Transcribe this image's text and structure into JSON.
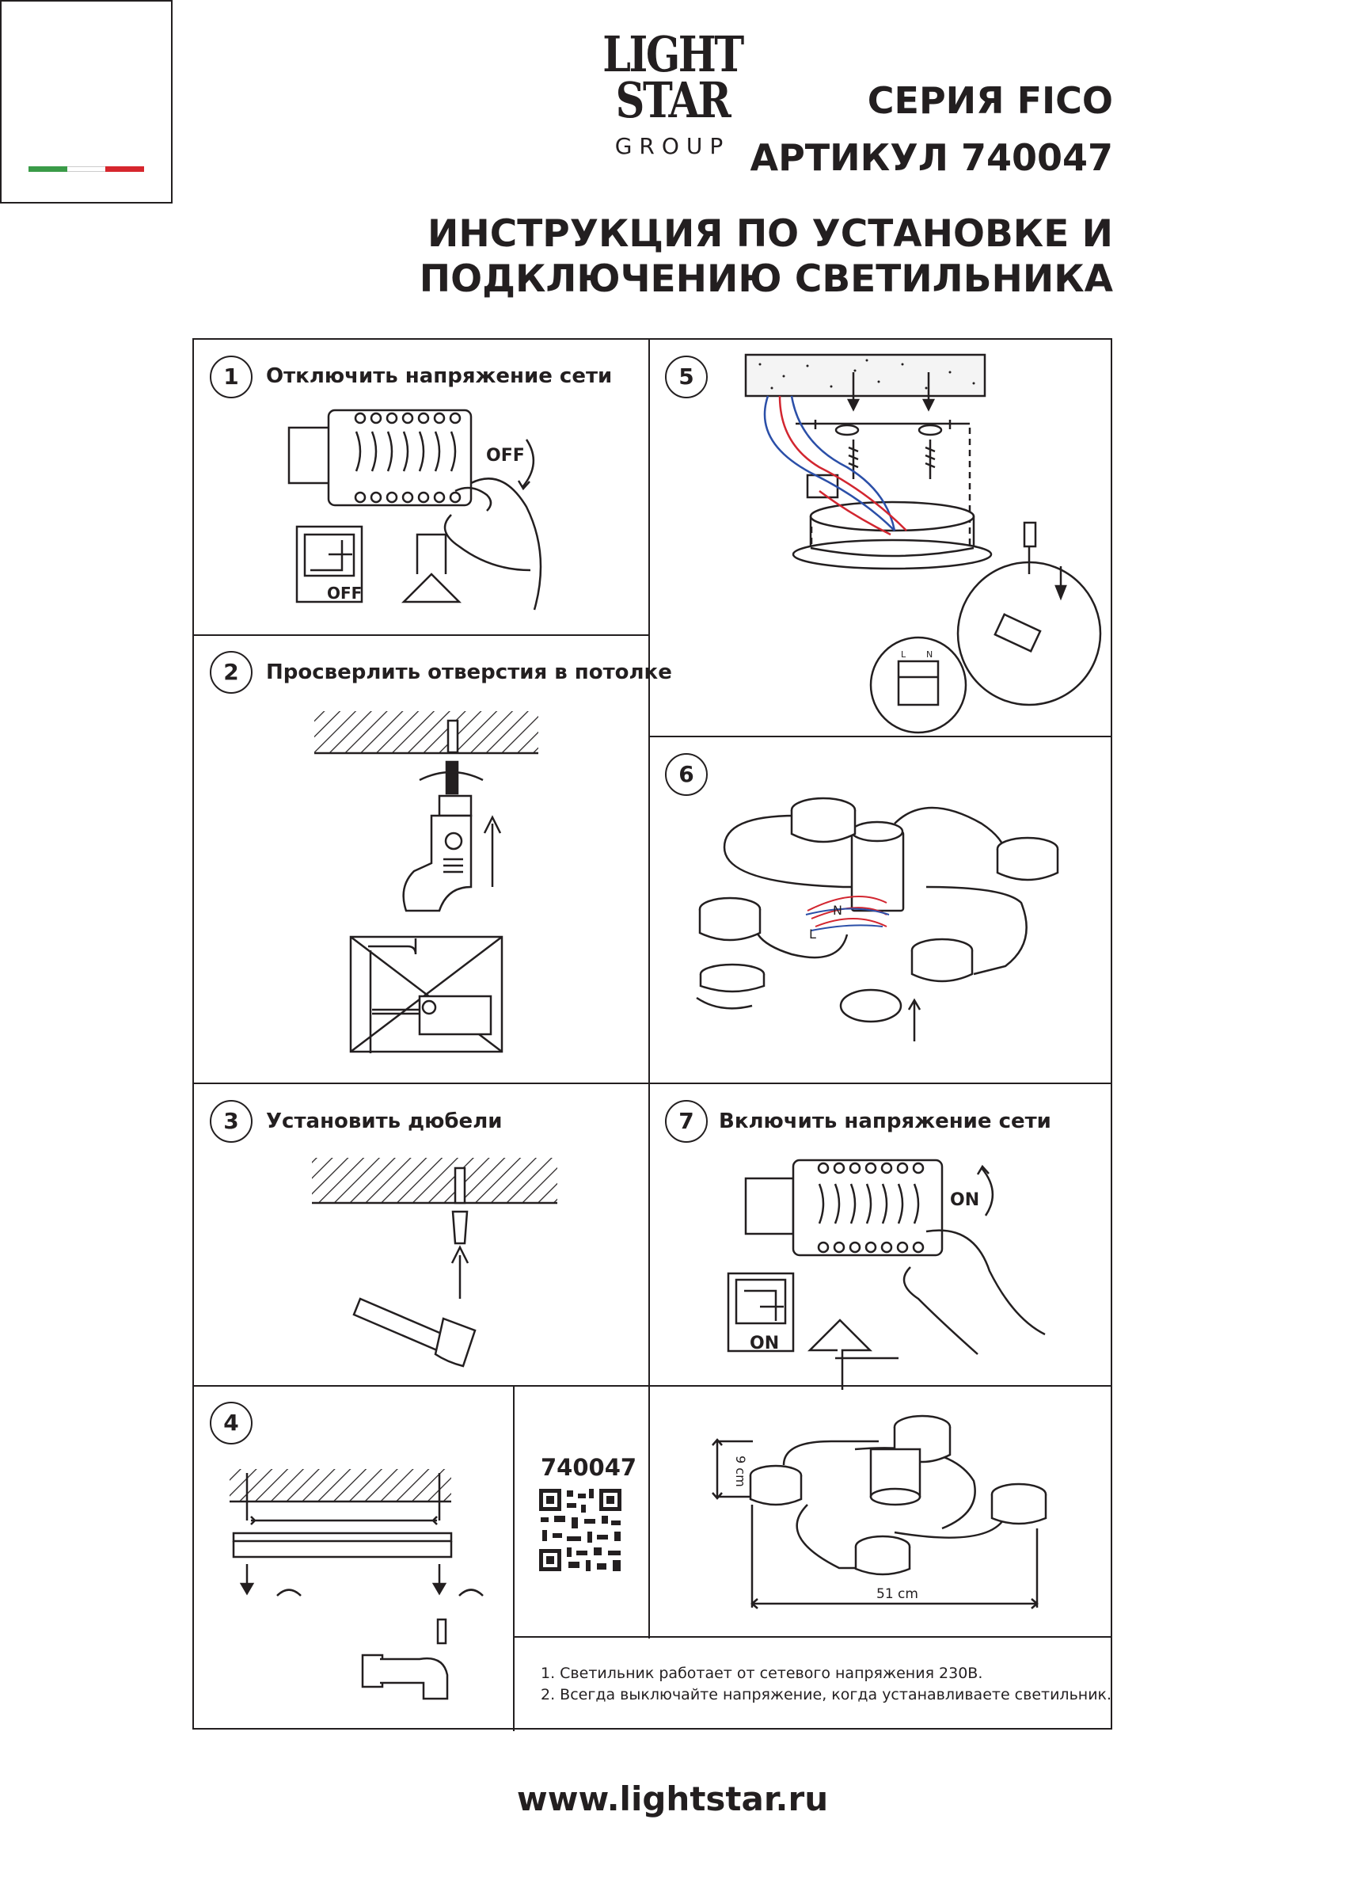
{
  "header": {
    "logo": {
      "line1": "LIGHT",
      "line2": "STAR",
      "line3": "GROUP"
    },
    "series": "СЕРИЯ FICO",
    "article": "АРТИКУЛ 740047",
    "title_line1": "ИНСТРУКЦИЯ ПО УСТАНОВКЕ И",
    "title_line2": "ПОДКЛЮЧЕНИЮ СВЕТИЛЬНИКА"
  },
  "colors": {
    "flag_green": "#3a9b48",
    "flag_white": "#ffffff",
    "flag_red": "#d6262d",
    "wire_red": "#d22630",
    "wire_blue": "#2b4fa8",
    "ink": "#231f20"
  },
  "steps": [
    {
      "num": "1",
      "label": "Отключить напряжение сети",
      "switch_text": "OFF",
      "sign_text": "OFF"
    },
    {
      "num": "2",
      "label": "Просверлить отверстия в потолке"
    },
    {
      "num": "3",
      "label": "Установить дюбели"
    },
    {
      "num": "4",
      "label": ""
    },
    {
      "num": "5",
      "label": "",
      "terminal_labels": [
        "L",
        "N"
      ]
    },
    {
      "num": "6",
      "label": "",
      "wire_labels": [
        "N",
        "L"
      ]
    },
    {
      "num": "7",
      "label": "Включить напряжение сети",
      "switch_text": "ON",
      "sign_text": "ON"
    }
  ],
  "product": {
    "code": "740047",
    "height_dim": "9 cm",
    "width_dim": "51 cm"
  },
  "notes": [
    "1. Светильник работает от сетевого напряжения 230В.",
    "2. Всегда выключайте напряжение, когда устанавливаете светильник."
  ],
  "footer": {
    "website": "www.lightstar.ru"
  }
}
